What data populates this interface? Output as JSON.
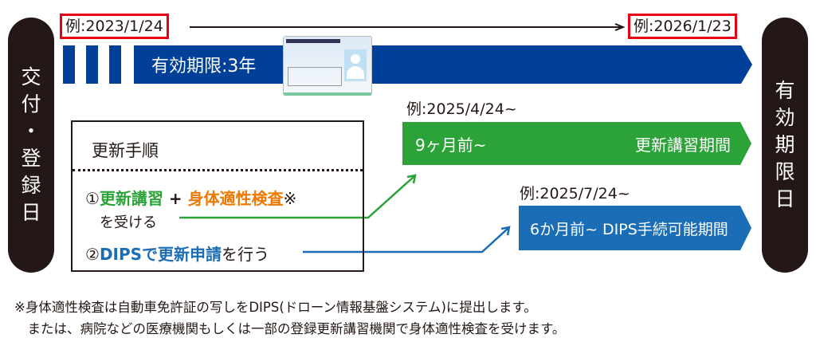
{
  "left_pill": {
    "chars": [
      "交",
      "付",
      "・",
      "登",
      "録",
      "日"
    ]
  },
  "right_pill": {
    "chars": [
      "有",
      "効",
      "期",
      "限",
      "日"
    ]
  },
  "start_date": "例:2023/1/24",
  "end_date": "例:2026/1/23",
  "validity_bar": {
    "label": "有効期限:3年",
    "color": "#004098"
  },
  "renewal_course": {
    "example_date": "例:2025/4/24~",
    "start": "9ヶ月前~",
    "label": "更新講習期間",
    "color": "#2ca338"
  },
  "dips_period": {
    "example_date": "例:2025/7/24~",
    "label": "6か月前~ DIPS手続可能期間",
    "color": "#1b6db5"
  },
  "procedure": {
    "title": "更新手順",
    "step1": {
      "num": "①",
      "course": "更新講習",
      "plus": " + ",
      "exam": "身体適性検査",
      "mark": "※",
      "suffix": "を受ける"
    },
    "step2": {
      "num": "②",
      "highlight": "DIPSで更新申請",
      "suffix": "を行う"
    }
  },
  "footnotes": [
    "※身体適性検査は自動車免許証の写しをDIPS(ドローン情報基盤システム)に提出します。",
    "　または、病院などの医療機関もしくは一部の登録更新講習機関で身体適性検査を受けます。"
  ]
}
